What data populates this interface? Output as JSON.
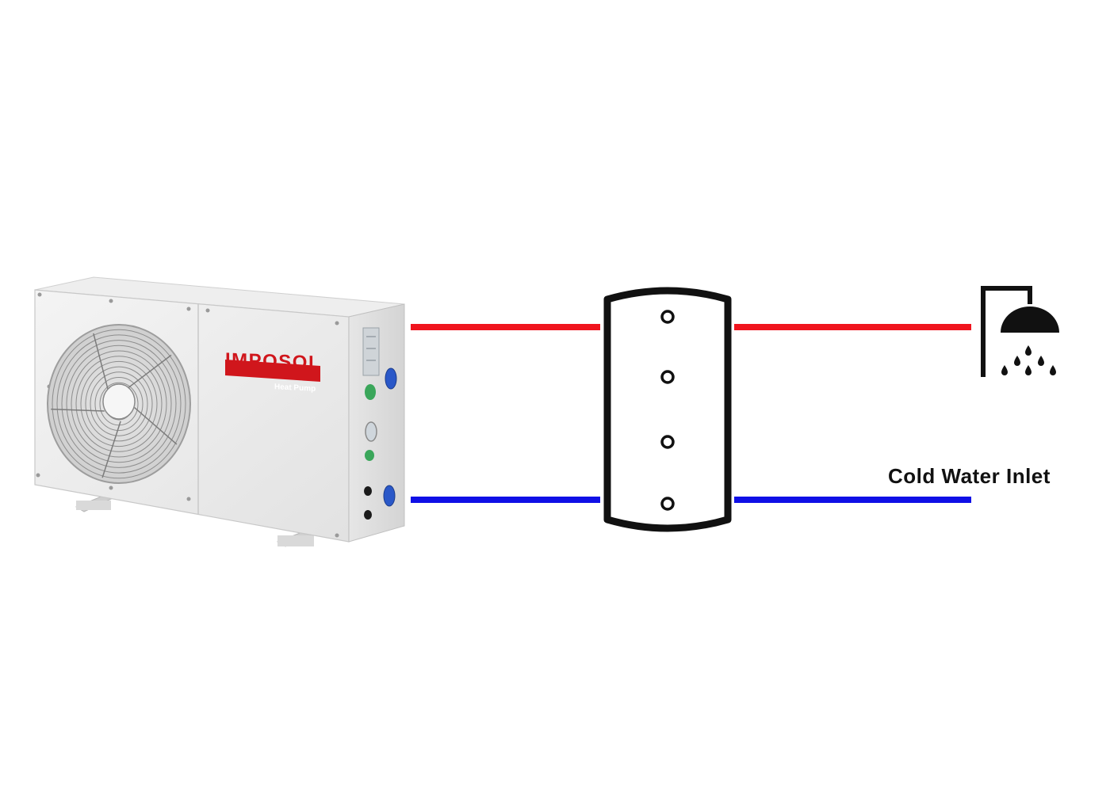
{
  "heat_pump": {
    "brand": "IMPOSOL",
    "subtitle": "Heat Pump"
  },
  "labels": {
    "cold_water_inlet": "Cold Water Inlet"
  },
  "colors": {
    "hot_line": "#f0141e",
    "cold_line": "#1010e6",
    "brand_red": "#d0161c",
    "outline": "#111111"
  },
  "icons": {
    "fixture": "shower-icon",
    "storage": "water-tank-icon",
    "unit": "heat-pump-unit"
  }
}
